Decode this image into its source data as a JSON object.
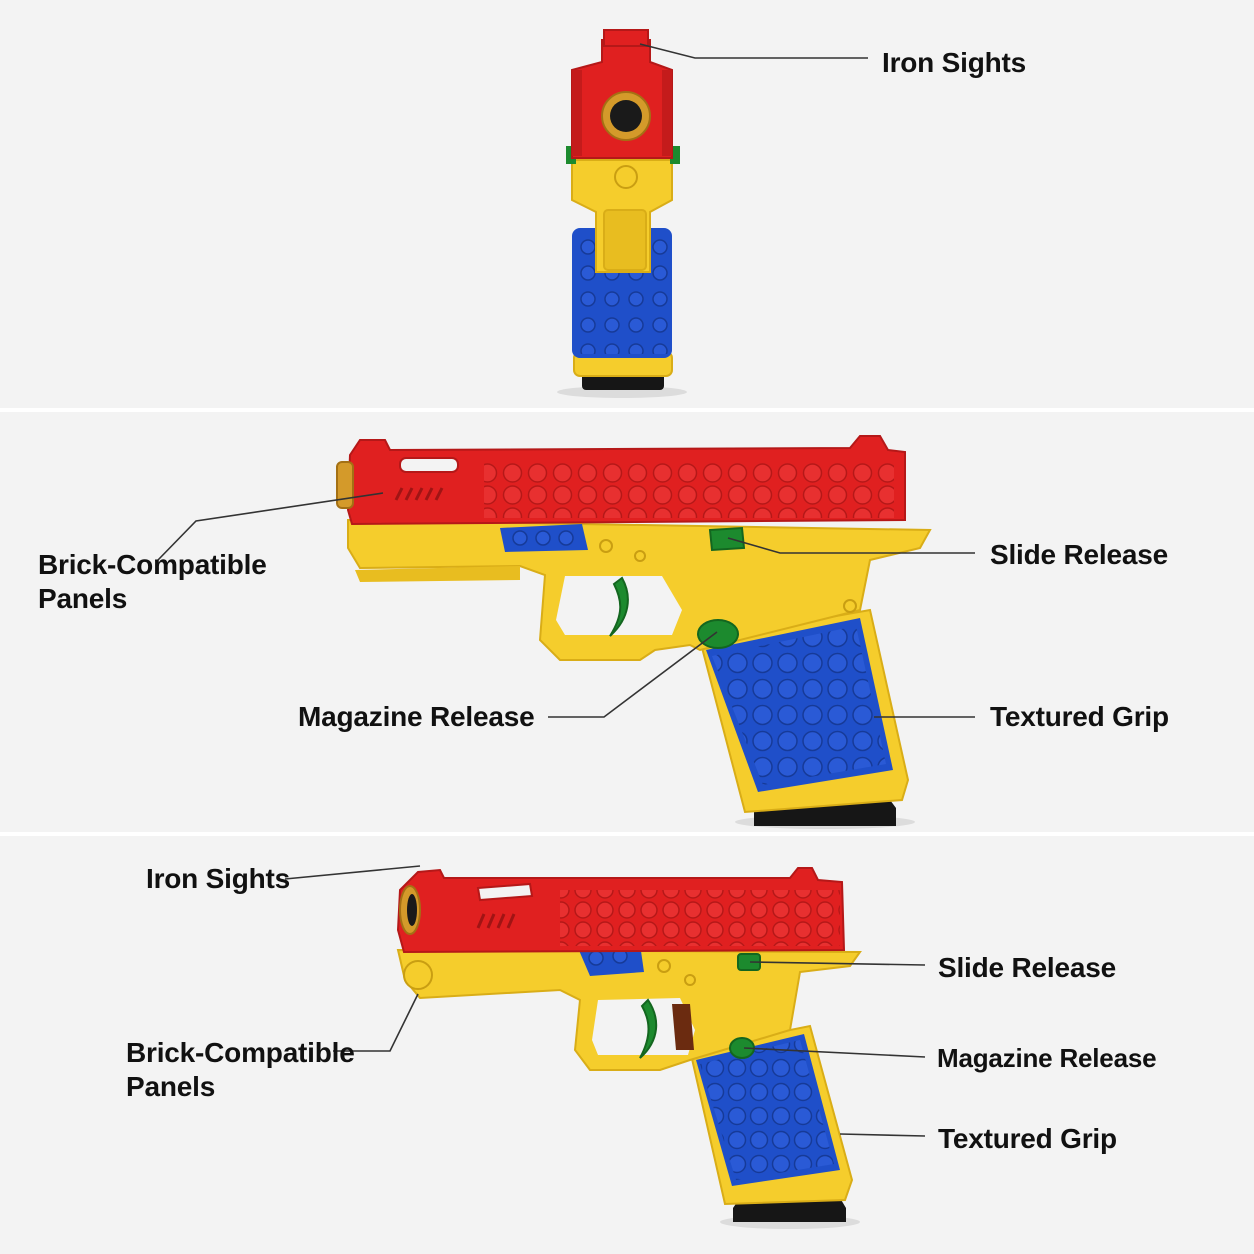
{
  "colors": {
    "red": "#e02020",
    "red_dark": "#b51818",
    "yellow": "#f5cd2c",
    "yellow_dark": "#d9ad17",
    "blue": "#1f4fc9",
    "blue_dark": "#163a98",
    "green": "#1c8a2e",
    "brass": "#d49a2a",
    "black": "#161616",
    "leader": "#333333",
    "background": "#f3f3f3"
  },
  "front_view": {
    "labels": {
      "iron_sights": "Iron Sights"
    }
  },
  "side_view": {
    "labels": {
      "brick_panels": "Brick-Compatible\nPanels",
      "slide_release": "Slide Release",
      "magazine_release": "Magazine Release",
      "textured_grip": "Textured Grip"
    }
  },
  "angled_view": {
    "labels": {
      "iron_sights": "Iron Sights",
      "brick_panels": "Brick-Compatible\nPanels",
      "slide_release": "Slide Release",
      "magazine_release": "Magazine Release",
      "textured_grip": "Textured Grip"
    }
  }
}
